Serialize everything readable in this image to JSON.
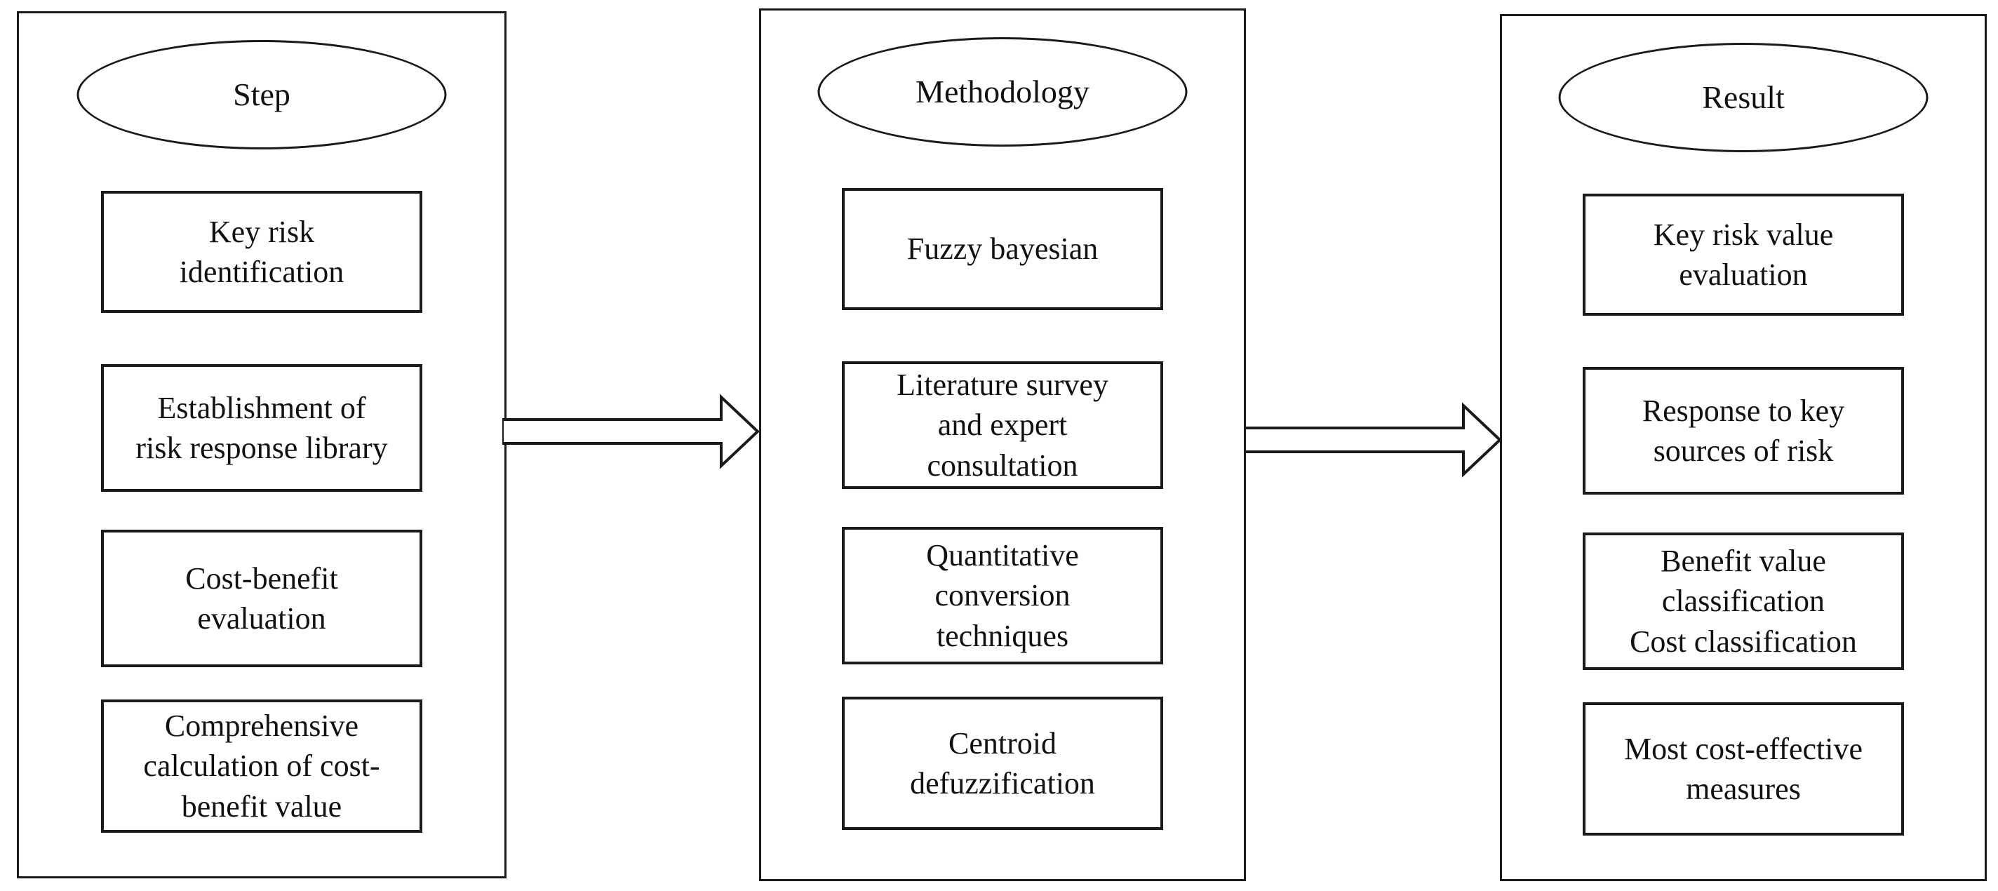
{
  "diagram": {
    "columns": [
      {
        "title": "Step",
        "boxes": [
          "Key risk\nidentification",
          "Establishment of\nrisk response library",
          "Cost-benefit\nevaluation",
          "Comprehensive\ncalculation of cost-\nbenefit value"
        ]
      },
      {
        "title": "Methodology",
        "boxes": [
          "Fuzzy bayesian",
          "Literature survey\nand expert\nconsultation",
          "Quantitative\nconversion\ntechniques",
          "Centroid\ndefuzzification"
        ]
      },
      {
        "title": "Result",
        "boxes": [
          "Key risk value\nevaluation",
          "Response to key\nsources of risk",
          "Benefit value\nclassification\nCost classification",
          "Most cost-effective\nmeasures"
        ]
      }
    ],
    "colors": {
      "background": "#ffffff",
      "line": "#1a1a1a"
    }
  }
}
